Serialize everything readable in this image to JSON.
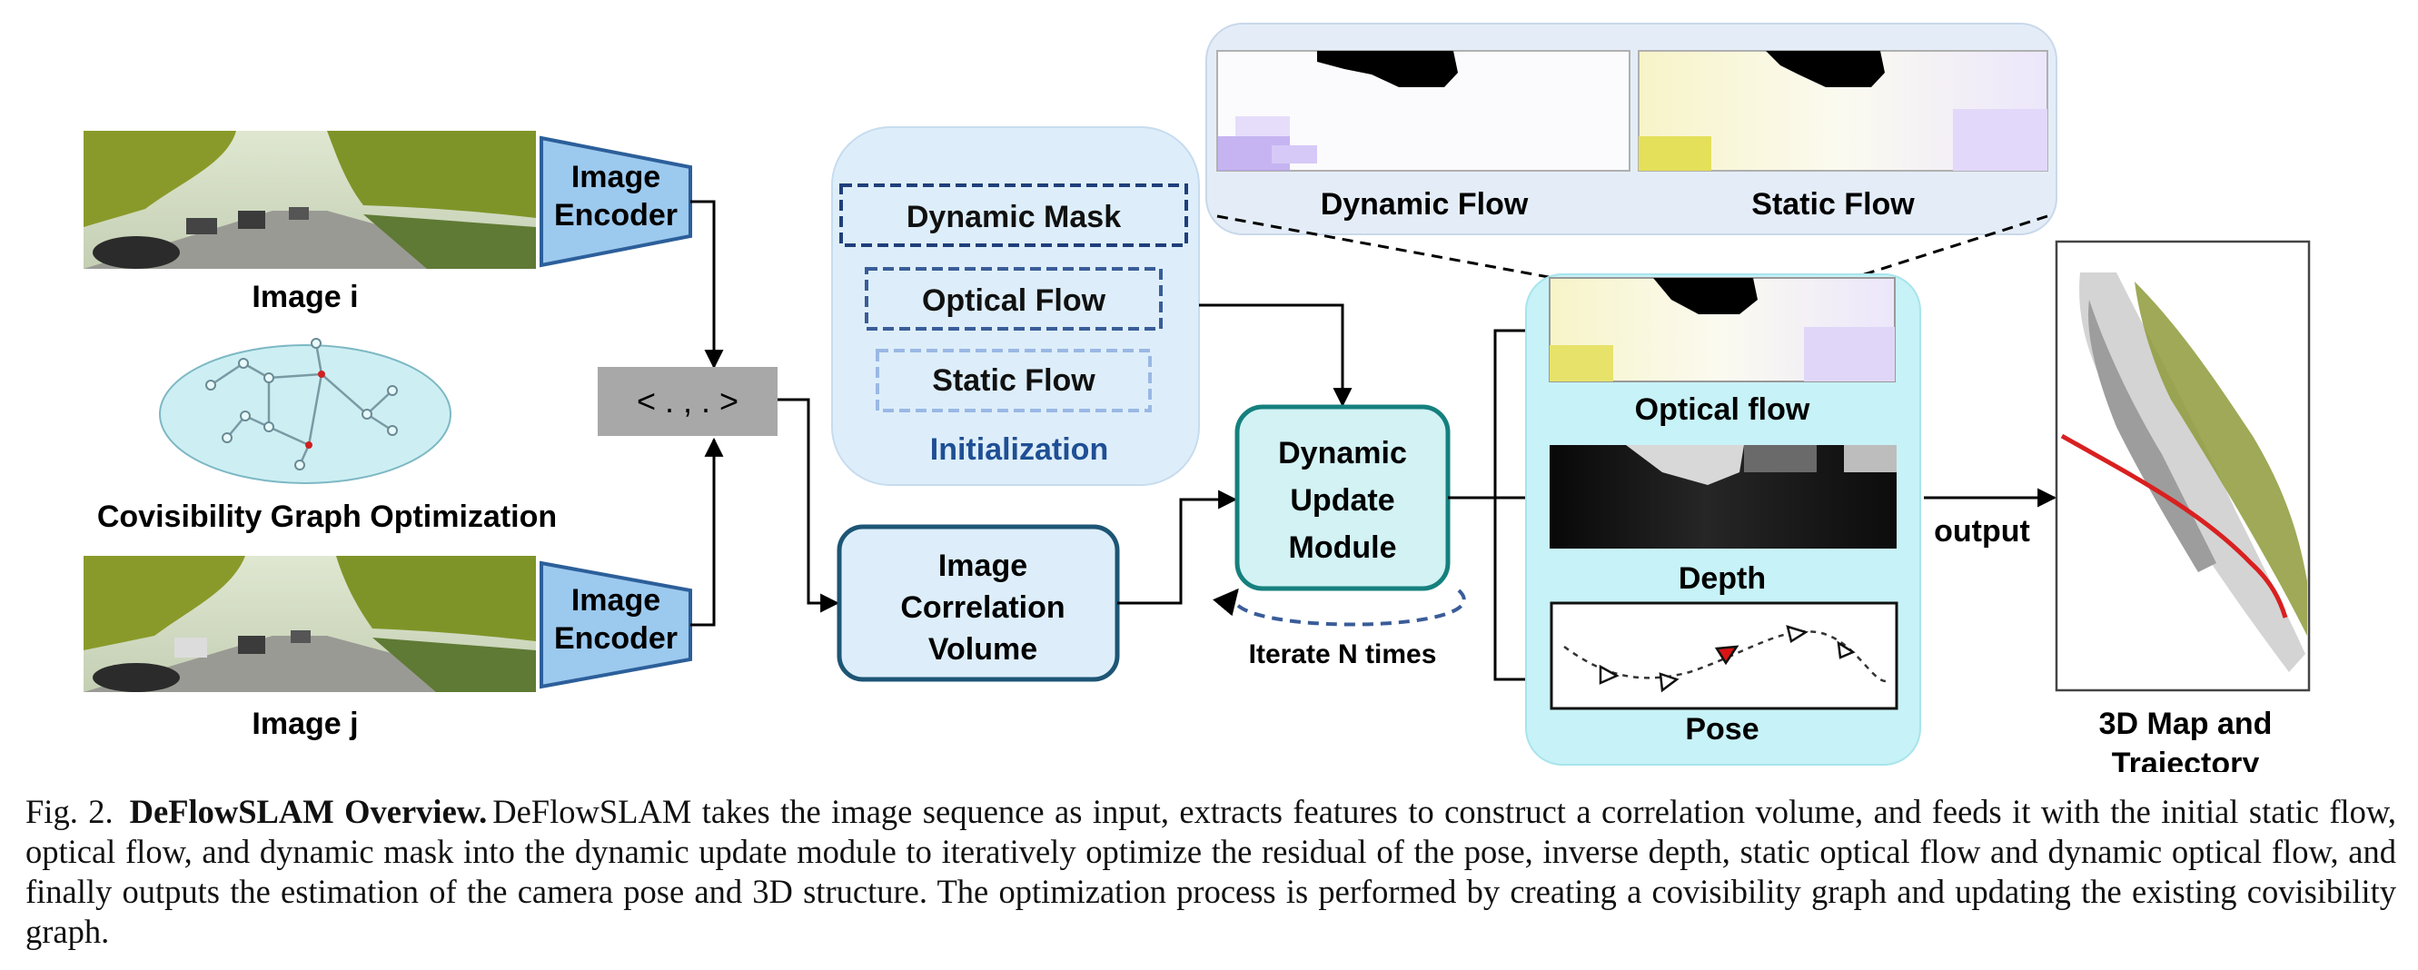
{
  "figure": {
    "image_i_label": "Image i",
    "image_j_label": "Image j",
    "encoder_label_line1": "Image",
    "encoder_label_line2": "Encoder",
    "covis_label": "Covisibility Graph Optimization",
    "inner_product": "< . , . >",
    "dynamic_mask": "Dynamic Mask",
    "optical_flow": "Optical Flow",
    "static_flow": "Static Flow",
    "initialization": "Initialization",
    "dynamic_flow_thumb": "Dynamic Flow",
    "static_flow_thumb": "Static Flow",
    "correlation_line1": "Image",
    "correlation_line2": "Correlation",
    "correlation_line3": "Volume",
    "update_line1": "Dynamic",
    "update_line2": "Update",
    "update_line3": "Module",
    "iterate": "Iterate N times",
    "out_optical_flow": "Optical flow",
    "out_depth": "Depth",
    "out_pose": "Pose",
    "output": "output",
    "map_line1": "3D Map and",
    "map_line2": "Trajectory"
  },
  "caption": {
    "fig_number": "Fig. 2.",
    "title": "DeFlowSLAM Overview.",
    "text": "DeFlowSLAM takes the image sequence as input, extracts features to construct a correlation volume, and feeds it with the initial static flow, optical flow, and dynamic mask into the dynamic update module to iteratively optimize the residual of the pose, inverse depth, static optical flow and dynamic optical flow, and finally outputs the estimation of the camera pose and 3D structure. The optimization process is performed by creating a covisibility graph and updating the existing covisibility graph."
  },
  "colors": {
    "encoder_fill": "#9cc9ee",
    "init_panel": "#ddeefa",
    "dark_blue": "#1f3f7a",
    "teal": "#15807e",
    "cyan_panel": "#c7f2f7",
    "graph_fill": "#cdeff3"
  }
}
